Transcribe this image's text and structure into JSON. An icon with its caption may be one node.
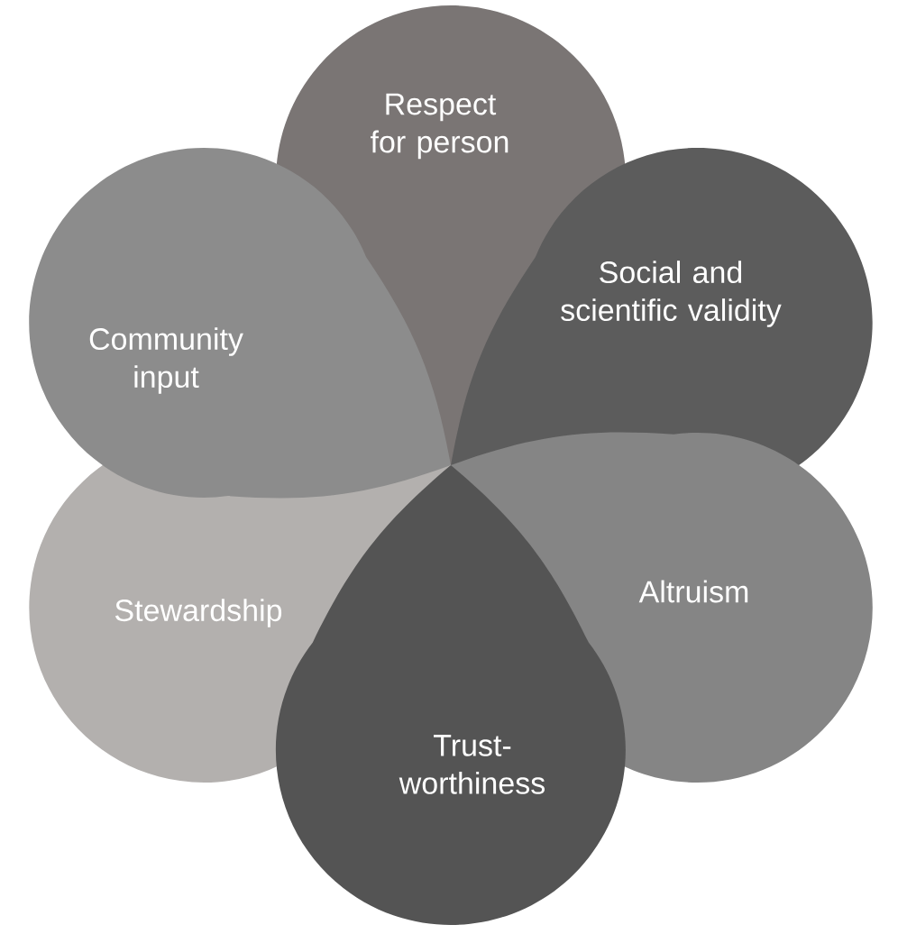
{
  "diagram": {
    "nodes": [
      {
        "text": [
          "Respect for person"
        ]
      },
      {
        "text": [
          "Social and scientific validity"
        ]
      },
      {
        "text": [
          "Altruism"
        ]
      },
      {
        "text": [
          "Trust-worthiness"
        ]
      },
      {
        "text": [
          "Stewardship"
        ]
      },
      {
        "text": [
          "Community input"
        ]
      }
    ]
  }
}
